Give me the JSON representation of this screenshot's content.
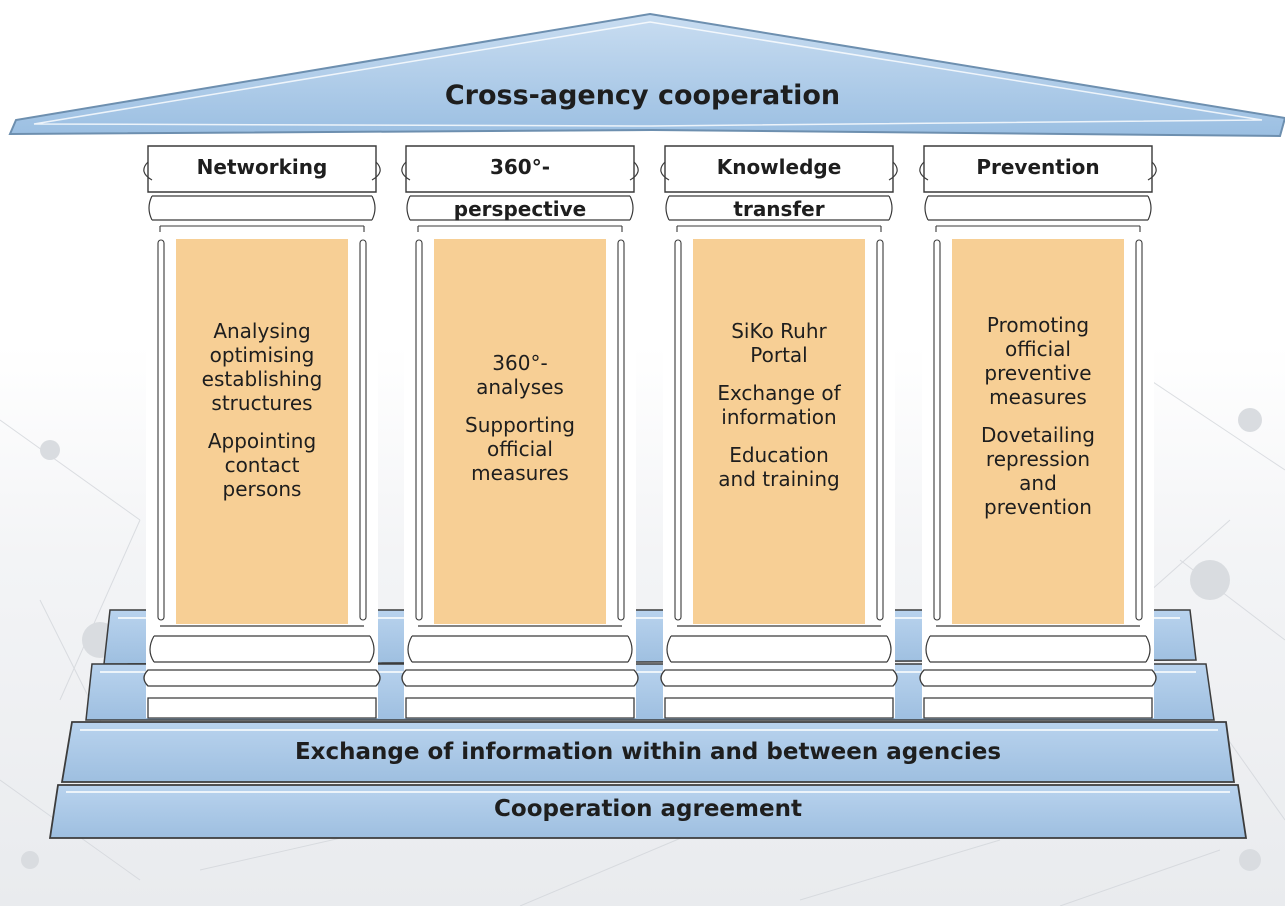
{
  "roof": {
    "title": "Cross-agency cooperation"
  },
  "pillars": [
    {
      "title_lines": [
        "Networking",
        ""
      ],
      "groups": [
        "Analysing\noptimising\nestablishing\nstructures",
        "Appointing\ncontact\npersons"
      ]
    },
    {
      "title_lines": [
        "360°-",
        "perspective"
      ],
      "groups": [
        "360°-\nanalyses",
        "Supporting\nofficial\nmeasures"
      ]
    },
    {
      "title_lines": [
        "Knowledge",
        "transfer"
      ],
      "groups": [
        "SiKo Ruhr\nPortal",
        "Exchange of\ninformation",
        "Education\nand training"
      ]
    },
    {
      "title_lines": [
        "Prevention",
        ""
      ],
      "groups": [
        "Promoting\nofficial\npreventive\nmeasures",
        "Dovetailing\nrepression\nand\nprevention"
      ]
    }
  ],
  "foundation": {
    "step_upper": "Exchange of information within and between agencies",
    "step_lower": "Cooperation agreement"
  },
  "colors": {
    "roof_fill": "#aac8e6",
    "step_fill": "#a9c7e6",
    "pillar_body": "#f7cf95",
    "outline": "#333333"
  }
}
